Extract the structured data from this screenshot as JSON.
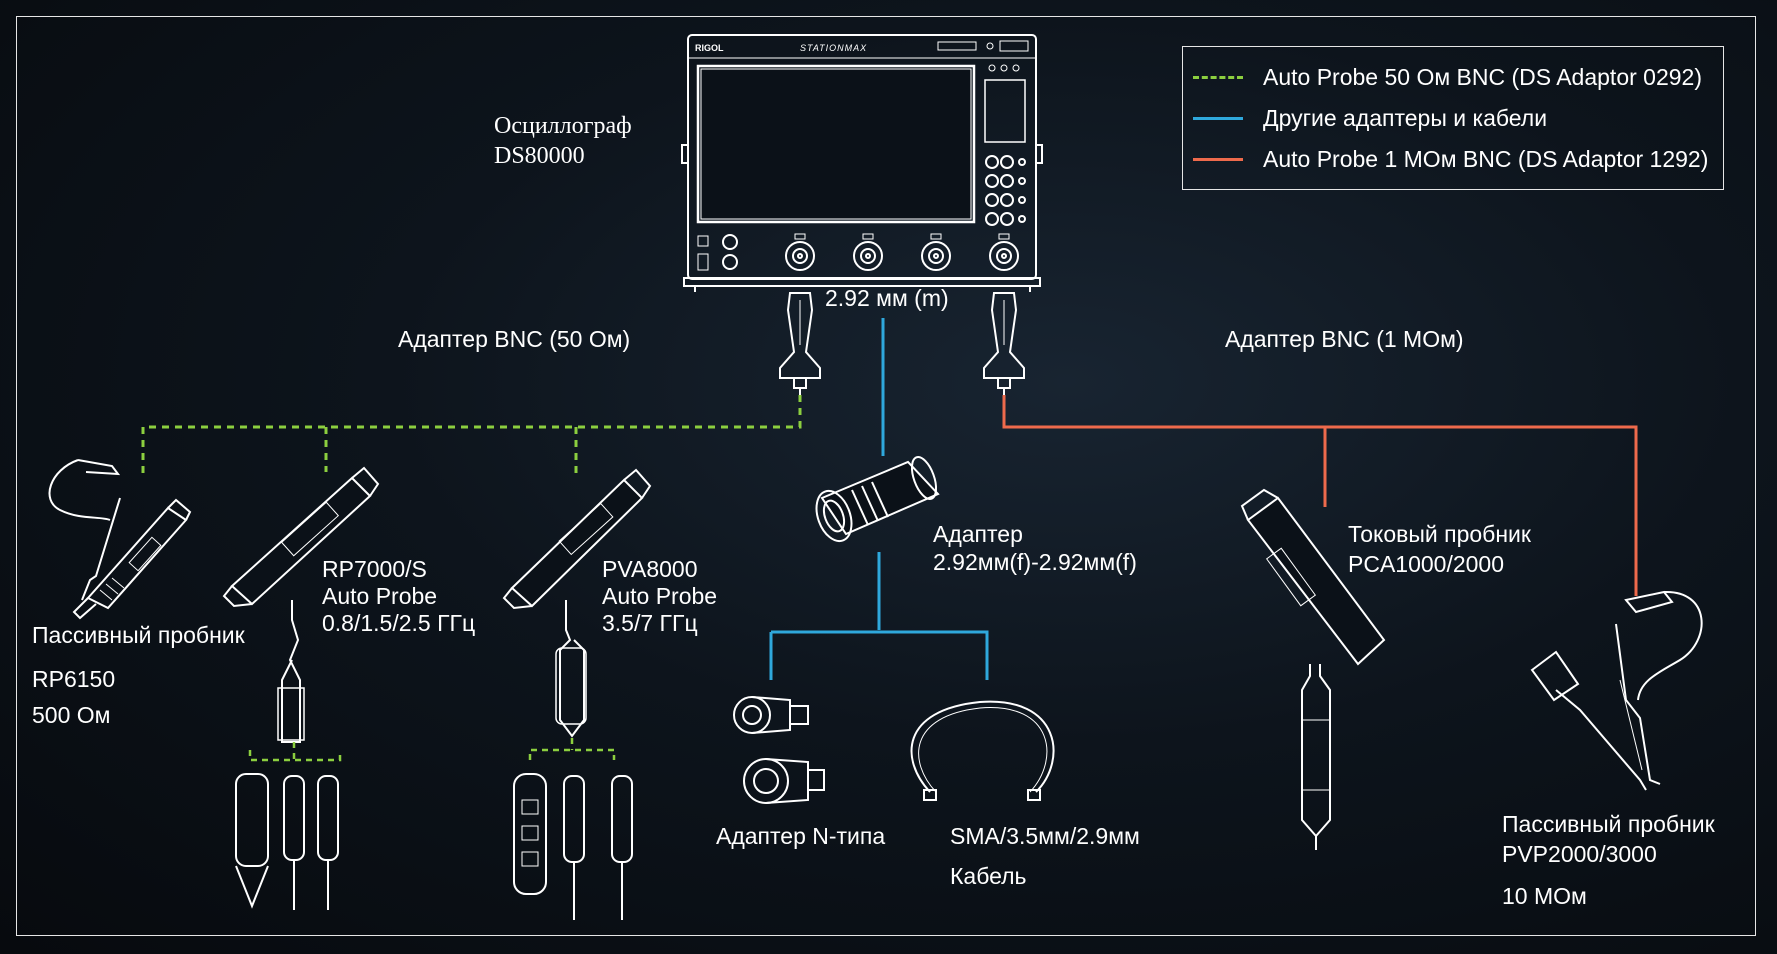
{
  "colors": {
    "green": "#8ccf3f",
    "blue": "#2fa8dc",
    "orange": "#ee6a4c",
    "line": "#ffffff"
  },
  "legend": {
    "green_label": "Auto Probe 50 Ом BNC (DS Adaptor 0292)",
    "blue_label": "Другие адаптеры и кабели",
    "orange_label": "Auto Probe 1 МОм BNC (DS Adaptor 1292)"
  },
  "oscilloscope": {
    "name_line1": "Осциллограф",
    "name_line2": "DS80000",
    "brand_text": "RIGOL",
    "model_text": "STATIONMAX"
  },
  "labels": {
    "connector": "2.92 мм (m)",
    "bnc50": "Адаптер BNC (50 Ом)",
    "bnc1m": "Адаптер BNC (1 МОм)",
    "adapter_line1": "Адаптер",
    "adapter_line2": "2.92мм(f)-2.92мм(f)",
    "n_adapter": "Адаптер N-типа",
    "cable_line1": "SMA/3.5мм/2.9мм",
    "cable_line2": "Кабель",
    "rp6150_line1": "Пассивный пробник",
    "rp6150_line2": "RP6150",
    "rp6150_line3": "500 Ом",
    "rp7000_line1": "RP7000/S",
    "rp7000_line2": "Auto Probe",
    "rp7000_line3": "0.8/1.5/2.5 ГГц",
    "pva_line1": "PVA8000",
    "pva_line2": "Auto Probe",
    "pva_line3": "3.5/7 ГГц",
    "pca_line1": "Токовый пробник",
    "pca_line2": "PCA1000/2000",
    "pvp_line1": "Пассивный пробник",
    "pvp_line2": "PVP2000/3000",
    "pvp_line3": "10 МОм"
  }
}
